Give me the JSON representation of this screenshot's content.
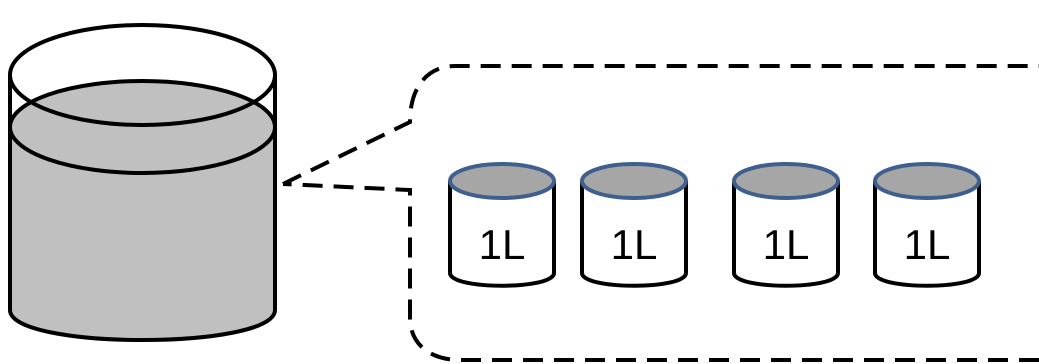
{
  "diagram": {
    "large_container": {
      "name": "large-container",
      "liquid_color": "#c0c0c0",
      "outline_color": "#000000"
    },
    "callout": {
      "border_style": "dashed",
      "border_color": "#000000"
    },
    "small_containers": [
      {
        "label": "1L",
        "liquid_color": "#a6a6a6",
        "rim_color": "#3f5f8f"
      },
      {
        "label": "1L",
        "liquid_color": "#a6a6a6",
        "rim_color": "#3f5f8f"
      },
      {
        "label": "1L",
        "liquid_color": "#a6a6a6",
        "rim_color": "#3f5f8f"
      },
      {
        "label": "1L",
        "liquid_color": "#a6a6a6",
        "rim_color": "#3f5f8f"
      }
    ]
  }
}
